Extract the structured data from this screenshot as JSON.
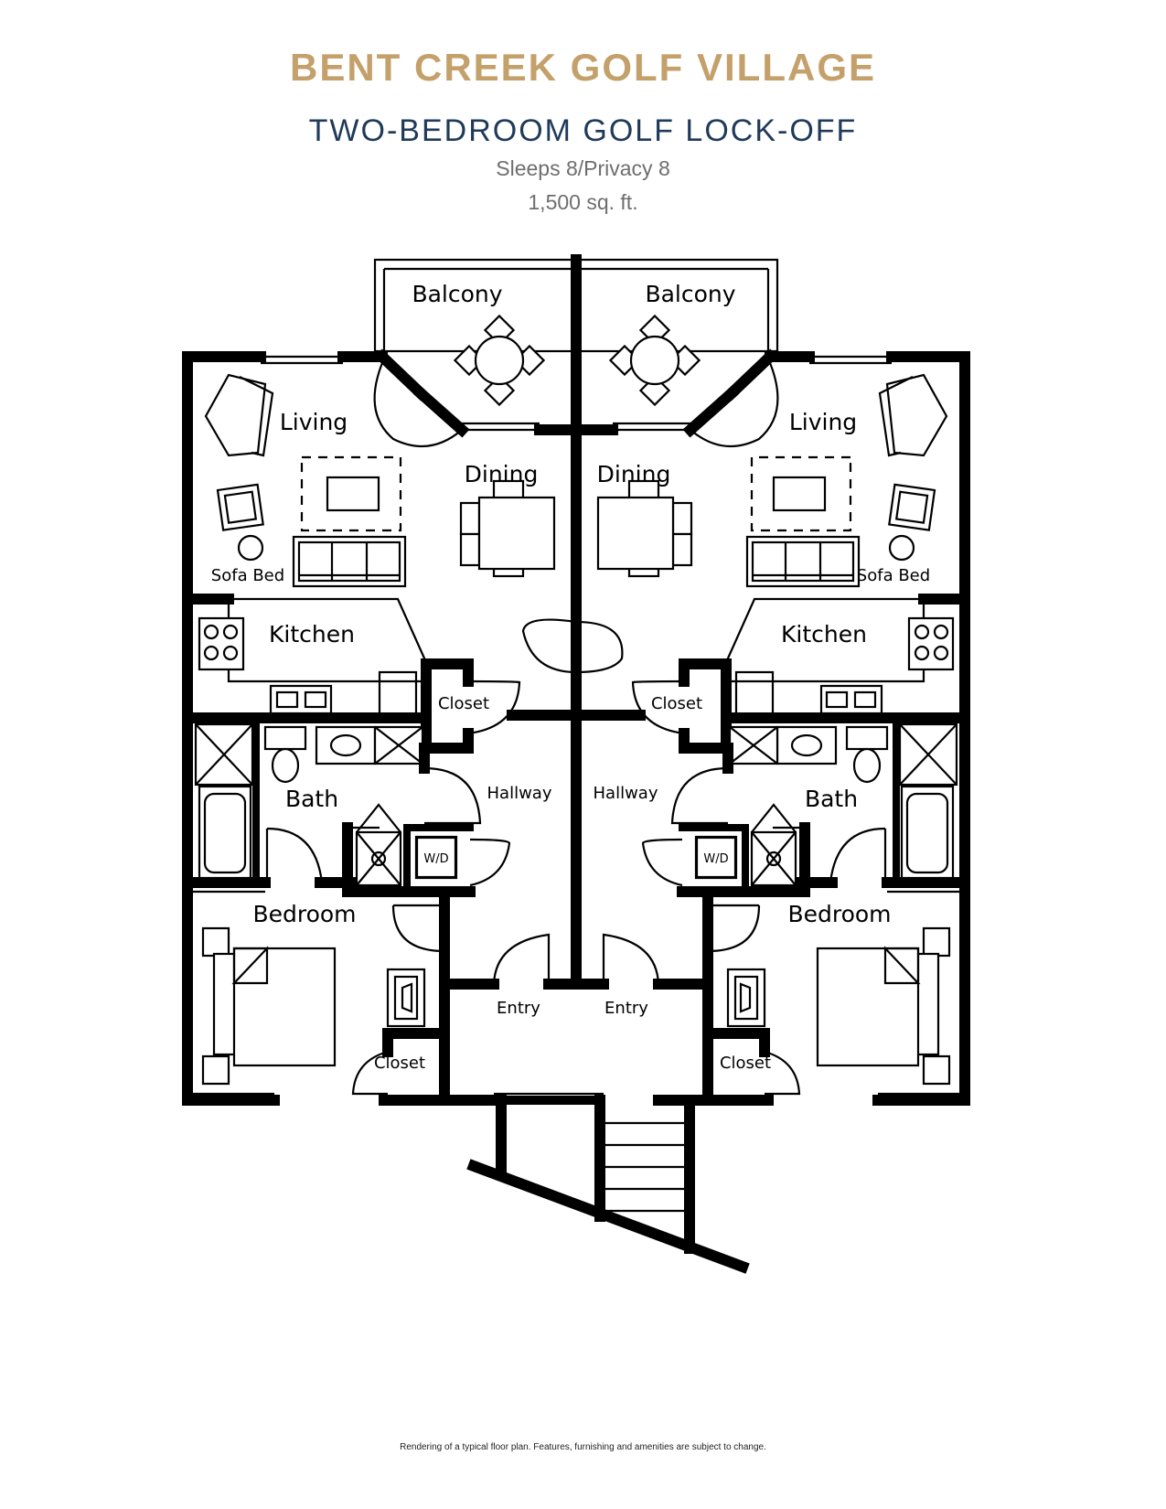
{
  "header": {
    "title": "BENT CREEK GOLF VILLAGE",
    "subtitle": "TWO-BEDROOM GOLF LOCK-OFF",
    "sleeps": "Sleeps 8/Privacy 8",
    "area": "1,500 sq. ft."
  },
  "rooms": {
    "left": {
      "balcony": "Balcony",
      "living": "Living",
      "dining": "Dining",
      "sofa_bed": "Sofa Bed",
      "kitchen": "Kitchen",
      "closet_kitchen": "Closet",
      "bath": "Bath",
      "hallway": "Hallway",
      "washer_dryer": "W/D",
      "bedroom": "Bedroom",
      "closet_bedroom": "Closet",
      "entry": "Entry"
    },
    "right": {
      "balcony": "Balcony",
      "living": "Living",
      "dining": "Dining",
      "sofa_bed": "Sofa Bed",
      "kitchen": "Kitchen",
      "closet_kitchen": "Closet",
      "bath": "Bath",
      "hallway": "Hallway",
      "washer_dryer": "W/D",
      "bedroom": "Bedroom",
      "closet_bedroom": "Closet",
      "entry": "Entry"
    }
  },
  "footer": {
    "disclaimer": "Rendering of a typical floor plan. Features, furnishing and amenities are subject to change."
  }
}
